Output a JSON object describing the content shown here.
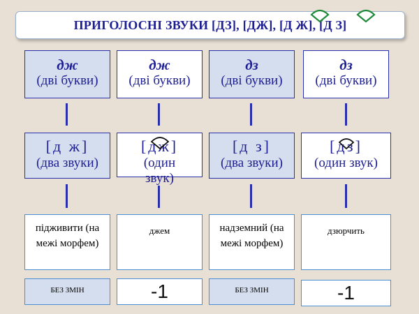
{
  "title": "ПРИГОЛОСНІ ЗВУКИ [ДЗ], [ДЖ], [Д Ж], [Д З]",
  "columns": [
    {
      "letters": "дж",
      "letters_note": "(дві букви)",
      "sound": "[д ж]",
      "sound_note": "(два звуки)",
      "word": "підживити (на межі морфем)",
      "bottom": "БЕЗ ЗМІН"
    },
    {
      "letters": "дж",
      "letters_note": "(дві букви)",
      "sound": "[дж]",
      "sound_note": "(один звук)",
      "word": "джем",
      "bottom": "-1"
    },
    {
      "letters": "дз",
      "letters_note": "(дві букви)",
      "sound": "[д з]",
      "sound_note": "(два звуки)",
      "word": "надземний (на межі морфем)",
      "bottom": "БЕЗ ЗМІН"
    },
    {
      "letters": "дз",
      "letters_note": "(дві букви)",
      "sound": "[дз]",
      "sound_note": "(один звук)",
      "word": "дзюрчить",
      "bottom": "-1"
    }
  ],
  "colors": {
    "background": "#e9e0d5",
    "text_blue": "#1d1e93",
    "box_light": "#d5deee",
    "line_blue": "#2a2fae",
    "arc_green": "#1f8a3a"
  }
}
